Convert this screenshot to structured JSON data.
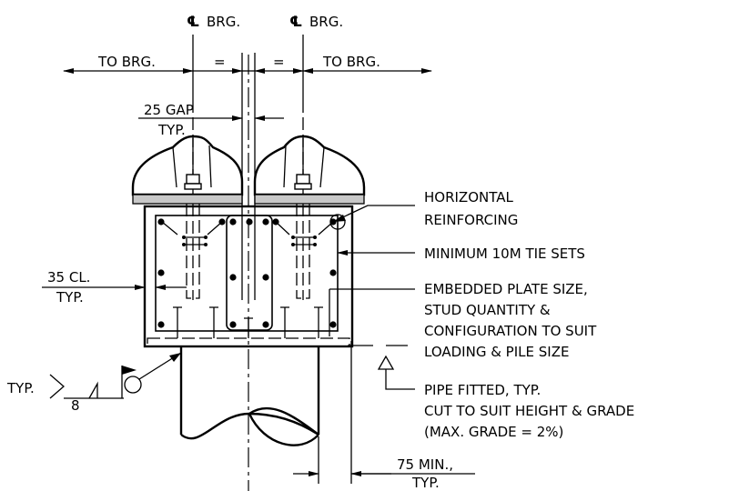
{
  "centerlines": {
    "left_label": "BRG.",
    "right_label": "BRG.",
    "symbol": "℄"
  },
  "dimensions": {
    "to_brg_left": "TO  BRG.",
    "eq_left": "=",
    "eq_right": "=",
    "to_brg_right": "TO  BRG.",
    "gap_value": "25  GAP",
    "gap_typ": "TYP.",
    "clear_value": "35  CL.",
    "clear_typ": "TYP.",
    "min_value": "75  MIN.,",
    "min_typ": "TYP."
  },
  "weld": {
    "typ": "TYP.",
    "size": "8"
  },
  "notes": {
    "horizontal_1": "HORIZONTAL",
    "horizontal_2": "REINFORCING",
    "tie_sets": "MINIMUM  10M  TIE  SETS",
    "embedded_1": "EMBEDDED  PLATE  SIZE,",
    "embedded_2": "STUD  QUANTITY  &",
    "embedded_3": "CONFIGURATION  TO  SUIT",
    "embedded_4": "LOADING  &  PILE  SIZE",
    "pipe_1": "PIPE  FITTED,  TYP.",
    "pipe_2": "CUT  TO  SUIT  HEIGHT  &  GRADE",
    "pipe_3": "(MAX.  GRADE  =  2%)"
  }
}
